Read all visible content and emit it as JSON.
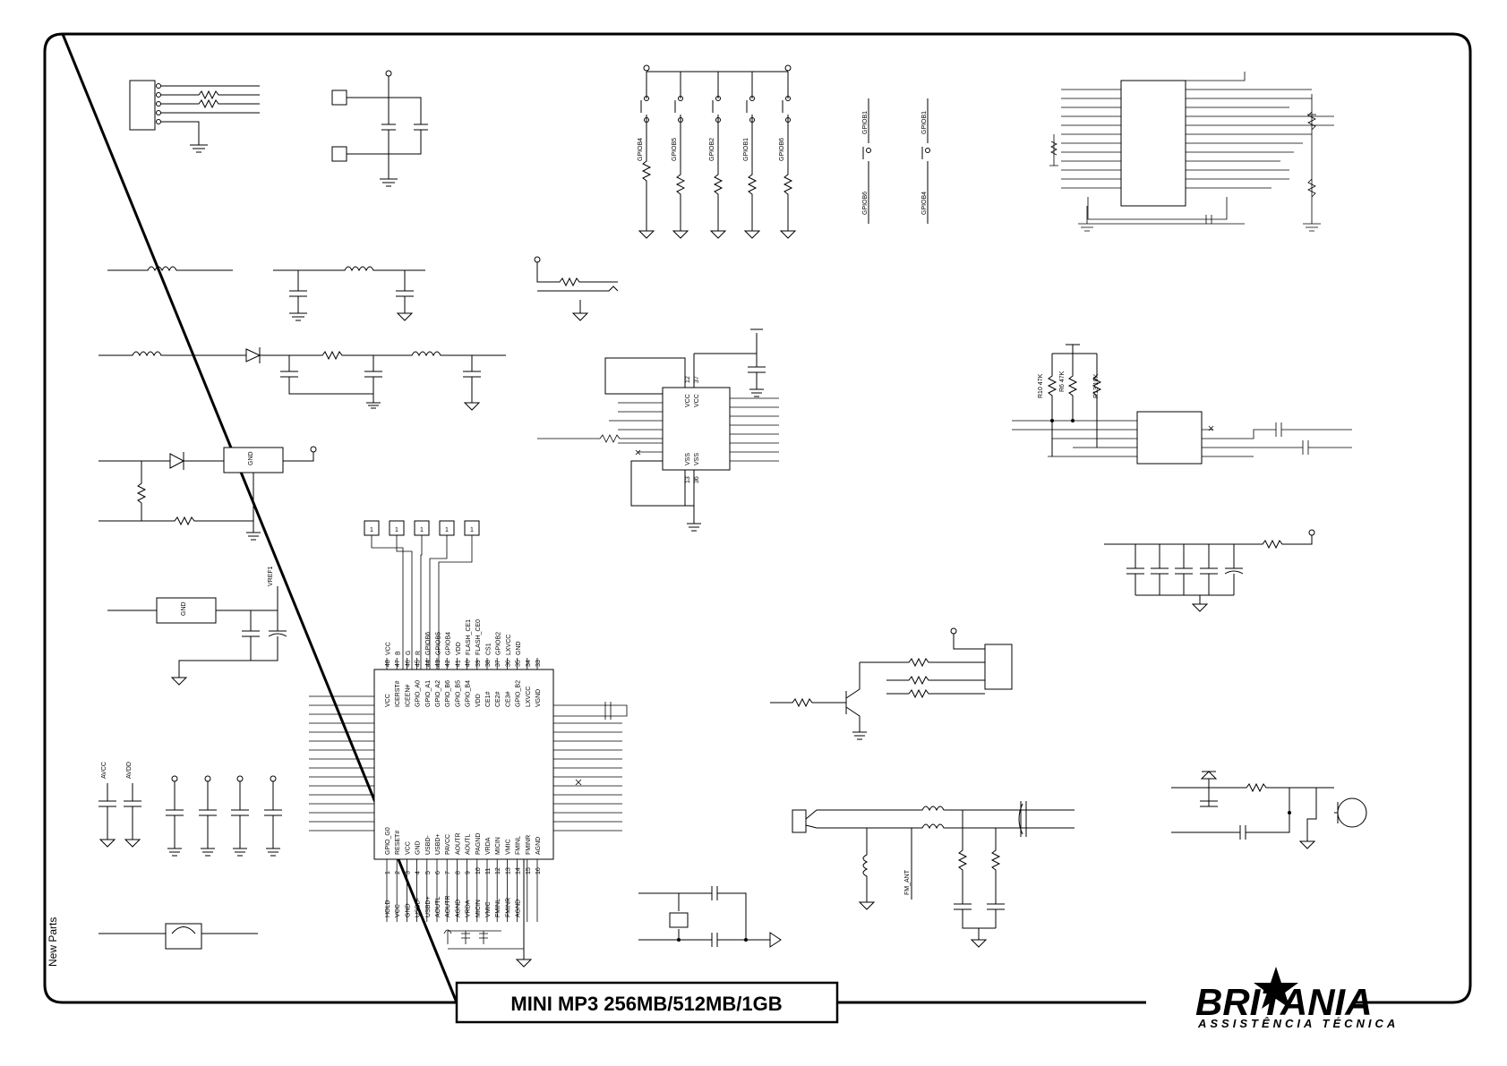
{
  "title_block": {
    "title": "MINI MP3 256MB/512MB/1GB"
  },
  "brand": {
    "name": "BRITANIA",
    "subtitle": "ASSISTÊNCIA TÉCNICA"
  },
  "side_note": "New Parts",
  "switch_labels": [
    "GPIOB4",
    "GPIOB5",
    "GPIOB2",
    "GPIOB1",
    "GPIOB6"
  ],
  "key_labels": [
    "GPIOB1",
    "GPIOB1",
    "GPIOB6",
    "GPIOB4"
  ],
  "resistor_labels": [
    "R10 47K",
    "R6 47K",
    "R13 10K"
  ],
  "regulator_labels": [
    "GND",
    "GND"
  ],
  "power_labels": [
    "VREF1",
    "AVCC",
    "AVDD"
  ],
  "ic_power_pins": [
    "VCC",
    "VCC",
    "VSS",
    "VSS"
  ],
  "ic_pin_numbers": [
    "12",
    "37",
    "13",
    "36"
  ],
  "antenna_label": "FM_ANT",
  "main_ic_top_pins": {
    "nets": [
      "VCC",
      "B",
      "G",
      "R",
      "GPIOB6",
      "GPIOB5",
      "GPIOB4",
      "VDD",
      "FLASH_CE1",
      "FLASH_CE0",
      "CS1",
      "GPIOB2",
      "LXVCC",
      "GND"
    ],
    "numbers": [
      "48",
      "47",
      "46",
      "45",
      "44",
      "43",
      "42",
      "41",
      "40",
      "39",
      "38",
      "37",
      "36",
      "35",
      "34",
      "33"
    ],
    "inner": [
      "VCC",
      "ICERST#",
      "ICEEN#",
      "GPIO_A0",
      "GPIO_A1",
      "GPIO_A2",
      "GPIO_B6",
      "GPIO_B5",
      "GPIO_B4",
      "VDD",
      "CE1#",
      "CE2#",
      "CE3#",
      "GPIO_B2",
      "LXVCC",
      "VGND"
    ]
  },
  "main_ic_bottom_pins": {
    "nets": [
      "HOLD",
      "VCC",
      "GND",
      "USBD-",
      "USBD+",
      "AOUTL",
      "AOUTR",
      "AGND",
      "VRDA",
      "MICIN",
      "VMIC",
      "FMINL",
      "FMINR",
      "AGND"
    ],
    "numbers": [
      "1",
      "2",
      "3",
      "4",
      "5",
      "6",
      "7",
      "8",
      "9",
      "10",
      "11",
      "12",
      "13",
      "14",
      "15",
      "16"
    ],
    "inner": [
      "GPIO_G0",
      "RESET#",
      "VCC",
      "GND",
      "USBD-",
      "USBD+",
      "PAVCC",
      "AOUTR",
      "AOUTL",
      "PAGND",
      "VRDA",
      "MICIN",
      "VMIC",
      "FMINL",
      "FMINR",
      "AGND"
    ]
  },
  "connector_pin_labels": [
    "1",
    "1",
    "1",
    "1",
    "1"
  ]
}
